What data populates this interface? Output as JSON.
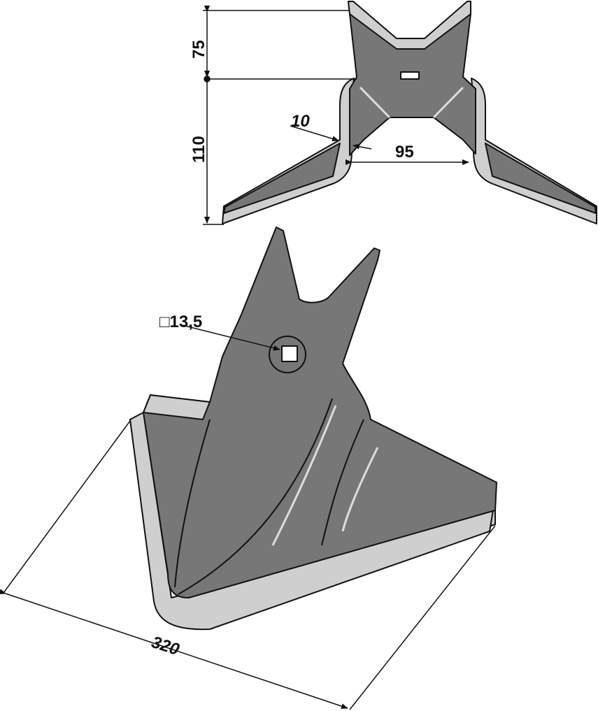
{
  "dimensions": {
    "top_height": "75",
    "lower_height": "110",
    "thickness": "10",
    "inner_width": "95",
    "square_hole": "□13,5",
    "overall_width": "320"
  },
  "colors": {
    "steel": "#777777",
    "edge": "#cfcfcf",
    "line": "#111111"
  }
}
